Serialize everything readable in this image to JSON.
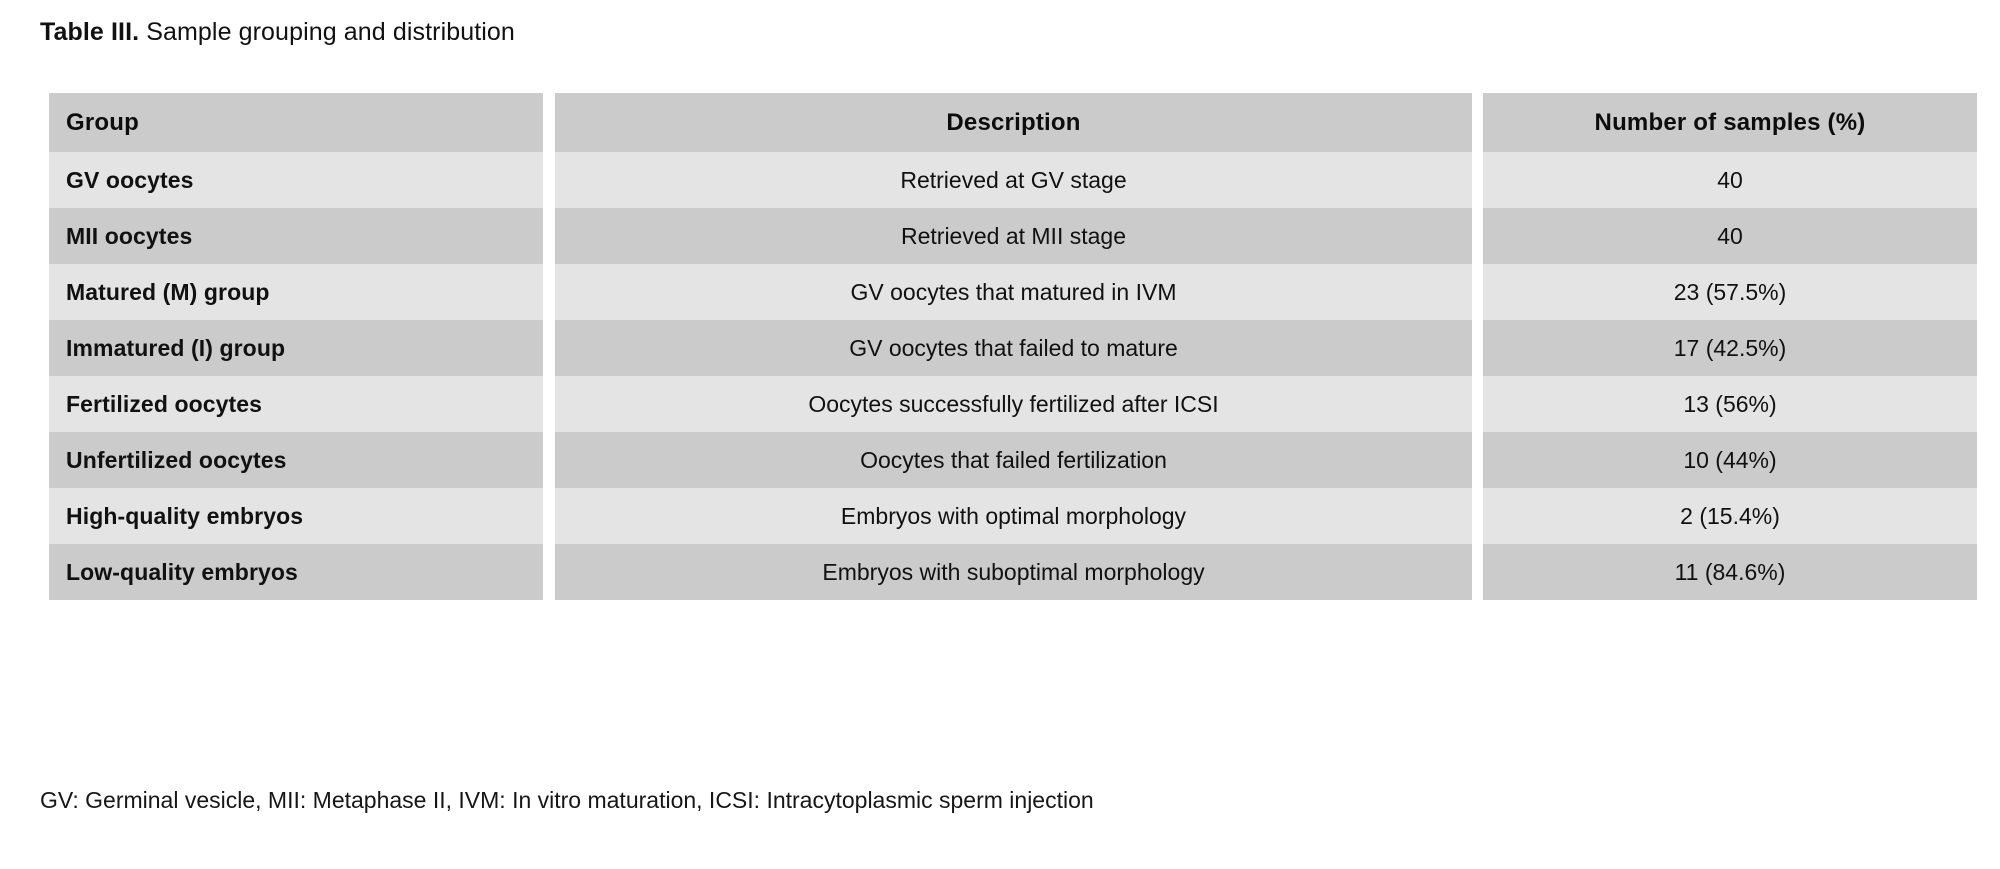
{
  "caption": {
    "label": "Table III.",
    "text": " Sample grouping and distribution"
  },
  "table": {
    "headers": {
      "group": "Group",
      "description": "Description",
      "count": "Number of samples (%)"
    },
    "rows": [
      {
        "group": "GV oocytes",
        "description": "Retrieved at GV stage",
        "count": "40"
      },
      {
        "group": "MII oocytes",
        "description": "Retrieved at MII stage",
        "count": "40"
      },
      {
        "group": "Matured (M) group",
        "description": "GV oocytes that matured in IVM",
        "count": "23 (57.5%)"
      },
      {
        "group": "Immatured (I) group",
        "description": "GV oocytes that failed to mature",
        "count": "17 (42.5%)"
      },
      {
        "group": "Fertilized oocytes",
        "description": "Oocytes successfully fertilized after ICSI",
        "count": "13 (56%)"
      },
      {
        "group": "Unfertilized oocytes",
        "description": "Oocytes that failed fertilization",
        "count": "10 (44%)"
      },
      {
        "group": "High-quality embryos",
        "description": "Embryos with optimal morphology",
        "count": "2 (15.4%)"
      },
      {
        "group": "Low-quality embryos",
        "description": "Embryos with suboptimal morphology",
        "count": "11 (84.6%)"
      }
    ]
  },
  "footnote": "GV: Germinal vesicle, MII: Metaphase II, IVM: In vitro maturation, ICSI: Intracytoplasmic sperm injection",
  "colors": {
    "row_light": "#e4e4e4",
    "row_dark": "#cbcbcb",
    "page_background": "#ffffff",
    "text": "#111111"
  }
}
